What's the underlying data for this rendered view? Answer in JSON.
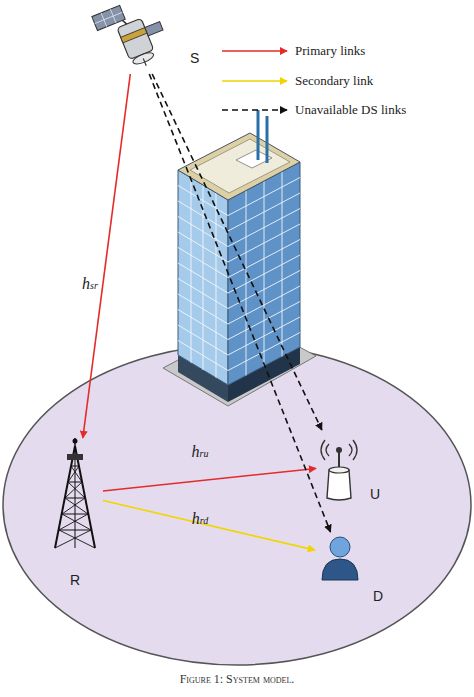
{
  "diagram": {
    "caption": "Figure 1: System model.",
    "nodes": [
      {
        "text": [
          "S"
        ]
      },
      {
        "text": [
          "R"
        ]
      },
      {
        "text": [
          "U"
        ]
      },
      {
        "text": [
          "D"
        ]
      }
    ],
    "edges": [
      {
        "from": 0,
        "to": 1,
        "arrow": "to",
        "label": "hsr"
      },
      {
        "from": 1,
        "to": 2,
        "arrow": "to",
        "label": "hru"
      },
      {
        "from": 1,
        "to": 3,
        "arrow": "to",
        "label": "hrd"
      },
      {
        "from": 0,
        "to": 2,
        "arrow": "to"
      },
      {
        "from": 0,
        "to": 3,
        "arrow": "to"
      }
    ],
    "legend": [
      {
        "text": "Primary links"
      },
      {
        "text": "Secondary link"
      },
      {
        "text": "Unavailable DS links"
      }
    ]
  }
}
